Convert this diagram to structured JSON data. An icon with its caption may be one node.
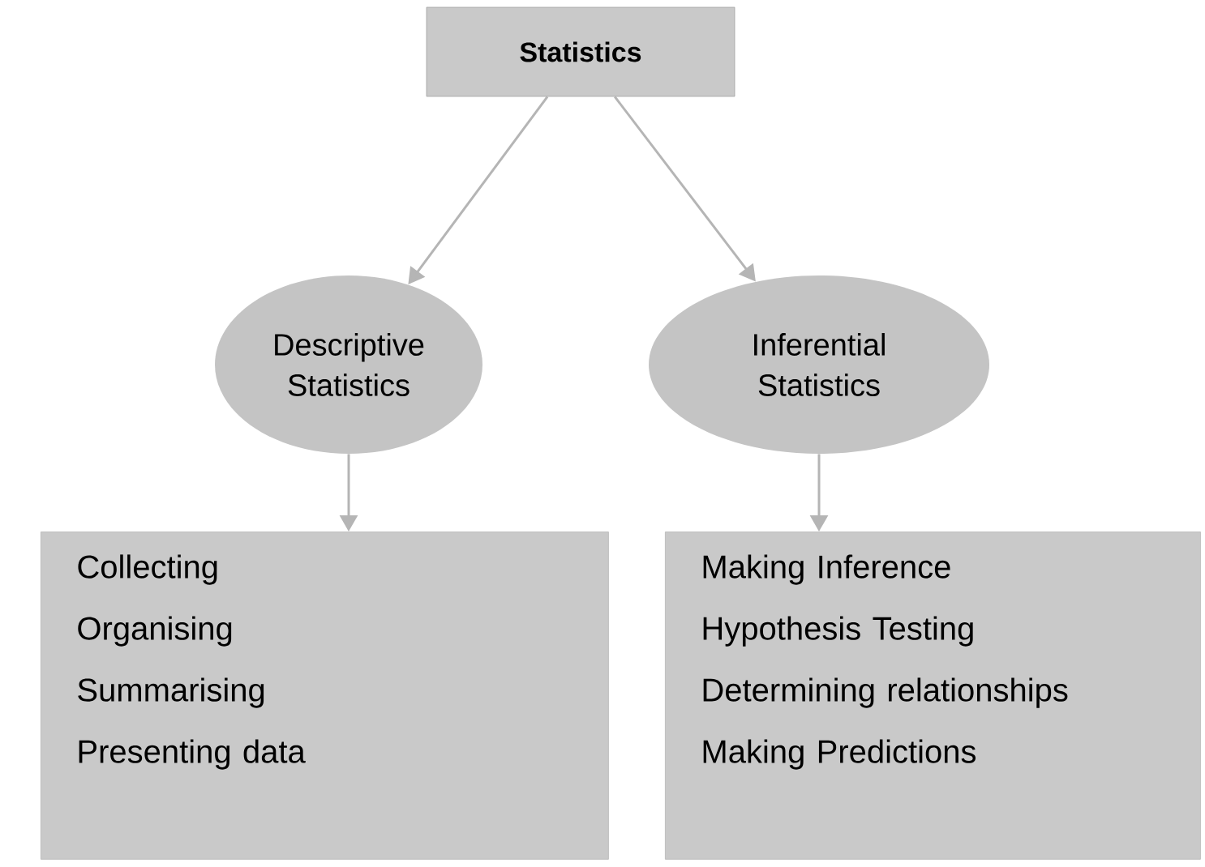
{
  "diagram": {
    "nodes": [
      {
        "text": [
          "Statistics"
        ]
      },
      {
        "text": [
          "Descriptive Statistics"
        ]
      },
      {
        "text": [
          "Inferential Statistics"
        ]
      },
      {
        "text": [
          "Collecting",
          "Organising",
          "Summarising",
          "Presenting data"
        ]
      },
      {
        "text": [
          "Making Inference",
          "Hypothesis Testing",
          "Determining relationships",
          "Making Predictions"
        ]
      }
    ],
    "edges": [
      {
        "from": 0,
        "to": 1,
        "arrow": "to"
      },
      {
        "from": 0,
        "to": 2,
        "arrow": "to"
      },
      {
        "from": 1,
        "to": 3,
        "arrow": "to"
      },
      {
        "from": 2,
        "to": 4,
        "arrow": "to"
      }
    ]
  }
}
